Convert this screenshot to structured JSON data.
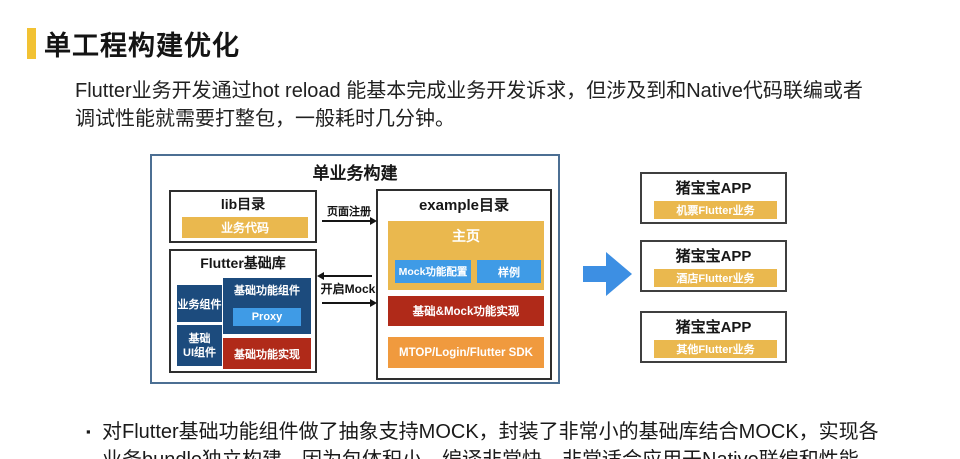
{
  "colors": {
    "accent": "#F2C233",
    "yellow": "#EAB84E",
    "navy": "#1C4B7D",
    "lightblue": "#3F9BE6",
    "red": "#B02A19",
    "orange": "#F09A3E",
    "flow": "#3D8FE3",
    "diagram-border": "#4C6F93",
    "ink": "#161616",
    "box-border": "#2E2E2E"
  },
  "slide": {
    "title": "单工程构建优化",
    "intro_lines": [
      "Flutter业务开发通过hot reload 能基本完成业务开发诉求，但涉及到和Native代码联编或者",
      "调试性能就需要打整包，一般耗时几分钟。"
    ],
    "bullet": {
      "marker": "▪",
      "lines": [
        "对Flutter基础功能组件做了抽象支持MOCK，封装了非常小的基础库结合MOCK，实现各",
        "业务bundle独立构建，因为包体积小，编译非常快，非常适合应用于Native联编和性能"
      ]
    }
  },
  "diagram": {
    "title": "单业务构建",
    "lib": {
      "title": "lib目录",
      "item": "业务代码"
    },
    "base": {
      "title": "Flutter基础库",
      "business": "业务组件",
      "base_ui": "基础\nUI组件",
      "base_func": "基础功能组件",
      "proxy": "Proxy",
      "base_impl": "基础功能实现"
    },
    "example": {
      "title": "example目录",
      "home": "主页",
      "mock_config": "Mock功能配置",
      "sample": "样例",
      "mock_impl": "基础&Mock功能实现",
      "sdk": "MTOP/Login/Flutter SDK"
    },
    "labels": {
      "page_register": "页面注册",
      "enable_mock": "开启Mock"
    }
  },
  "apps": [
    {
      "title": "猪宝宝APP",
      "item": "机票Flutter业务"
    },
    {
      "title": "猪宝宝APP",
      "item": "酒店Flutter业务"
    },
    {
      "title": "猪宝宝APP",
      "item": "其他Flutter业务"
    }
  ]
}
